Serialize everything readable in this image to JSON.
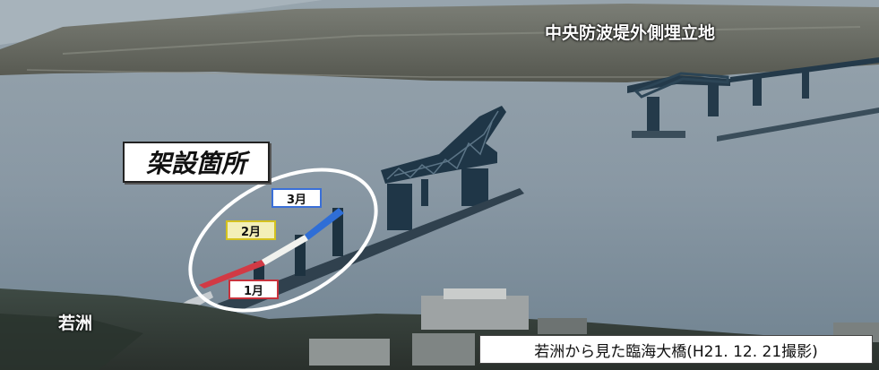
{
  "labels": {
    "landfill": "中央防波堤外側埋立地",
    "wakasu": "若洲",
    "site_title": "架設箇所",
    "caption": "若洲から見た臨海大橋(H21. 12. 21撮影)"
  },
  "months": [
    {
      "label": "3月",
      "border_color": "#3a6fd8",
      "fill": "#ffffff"
    },
    {
      "label": "2月",
      "border_color": "#d4c21e",
      "fill": "#f3efb8"
    },
    {
      "label": "1月",
      "border_color": "#c8323c",
      "fill": "#ffffff"
    }
  ],
  "colors": {
    "sea": "#8a9ba9",
    "land": "#5d5f58",
    "bridge_steel": "#1f3647",
    "ellipse": "#ffffff"
  }
}
